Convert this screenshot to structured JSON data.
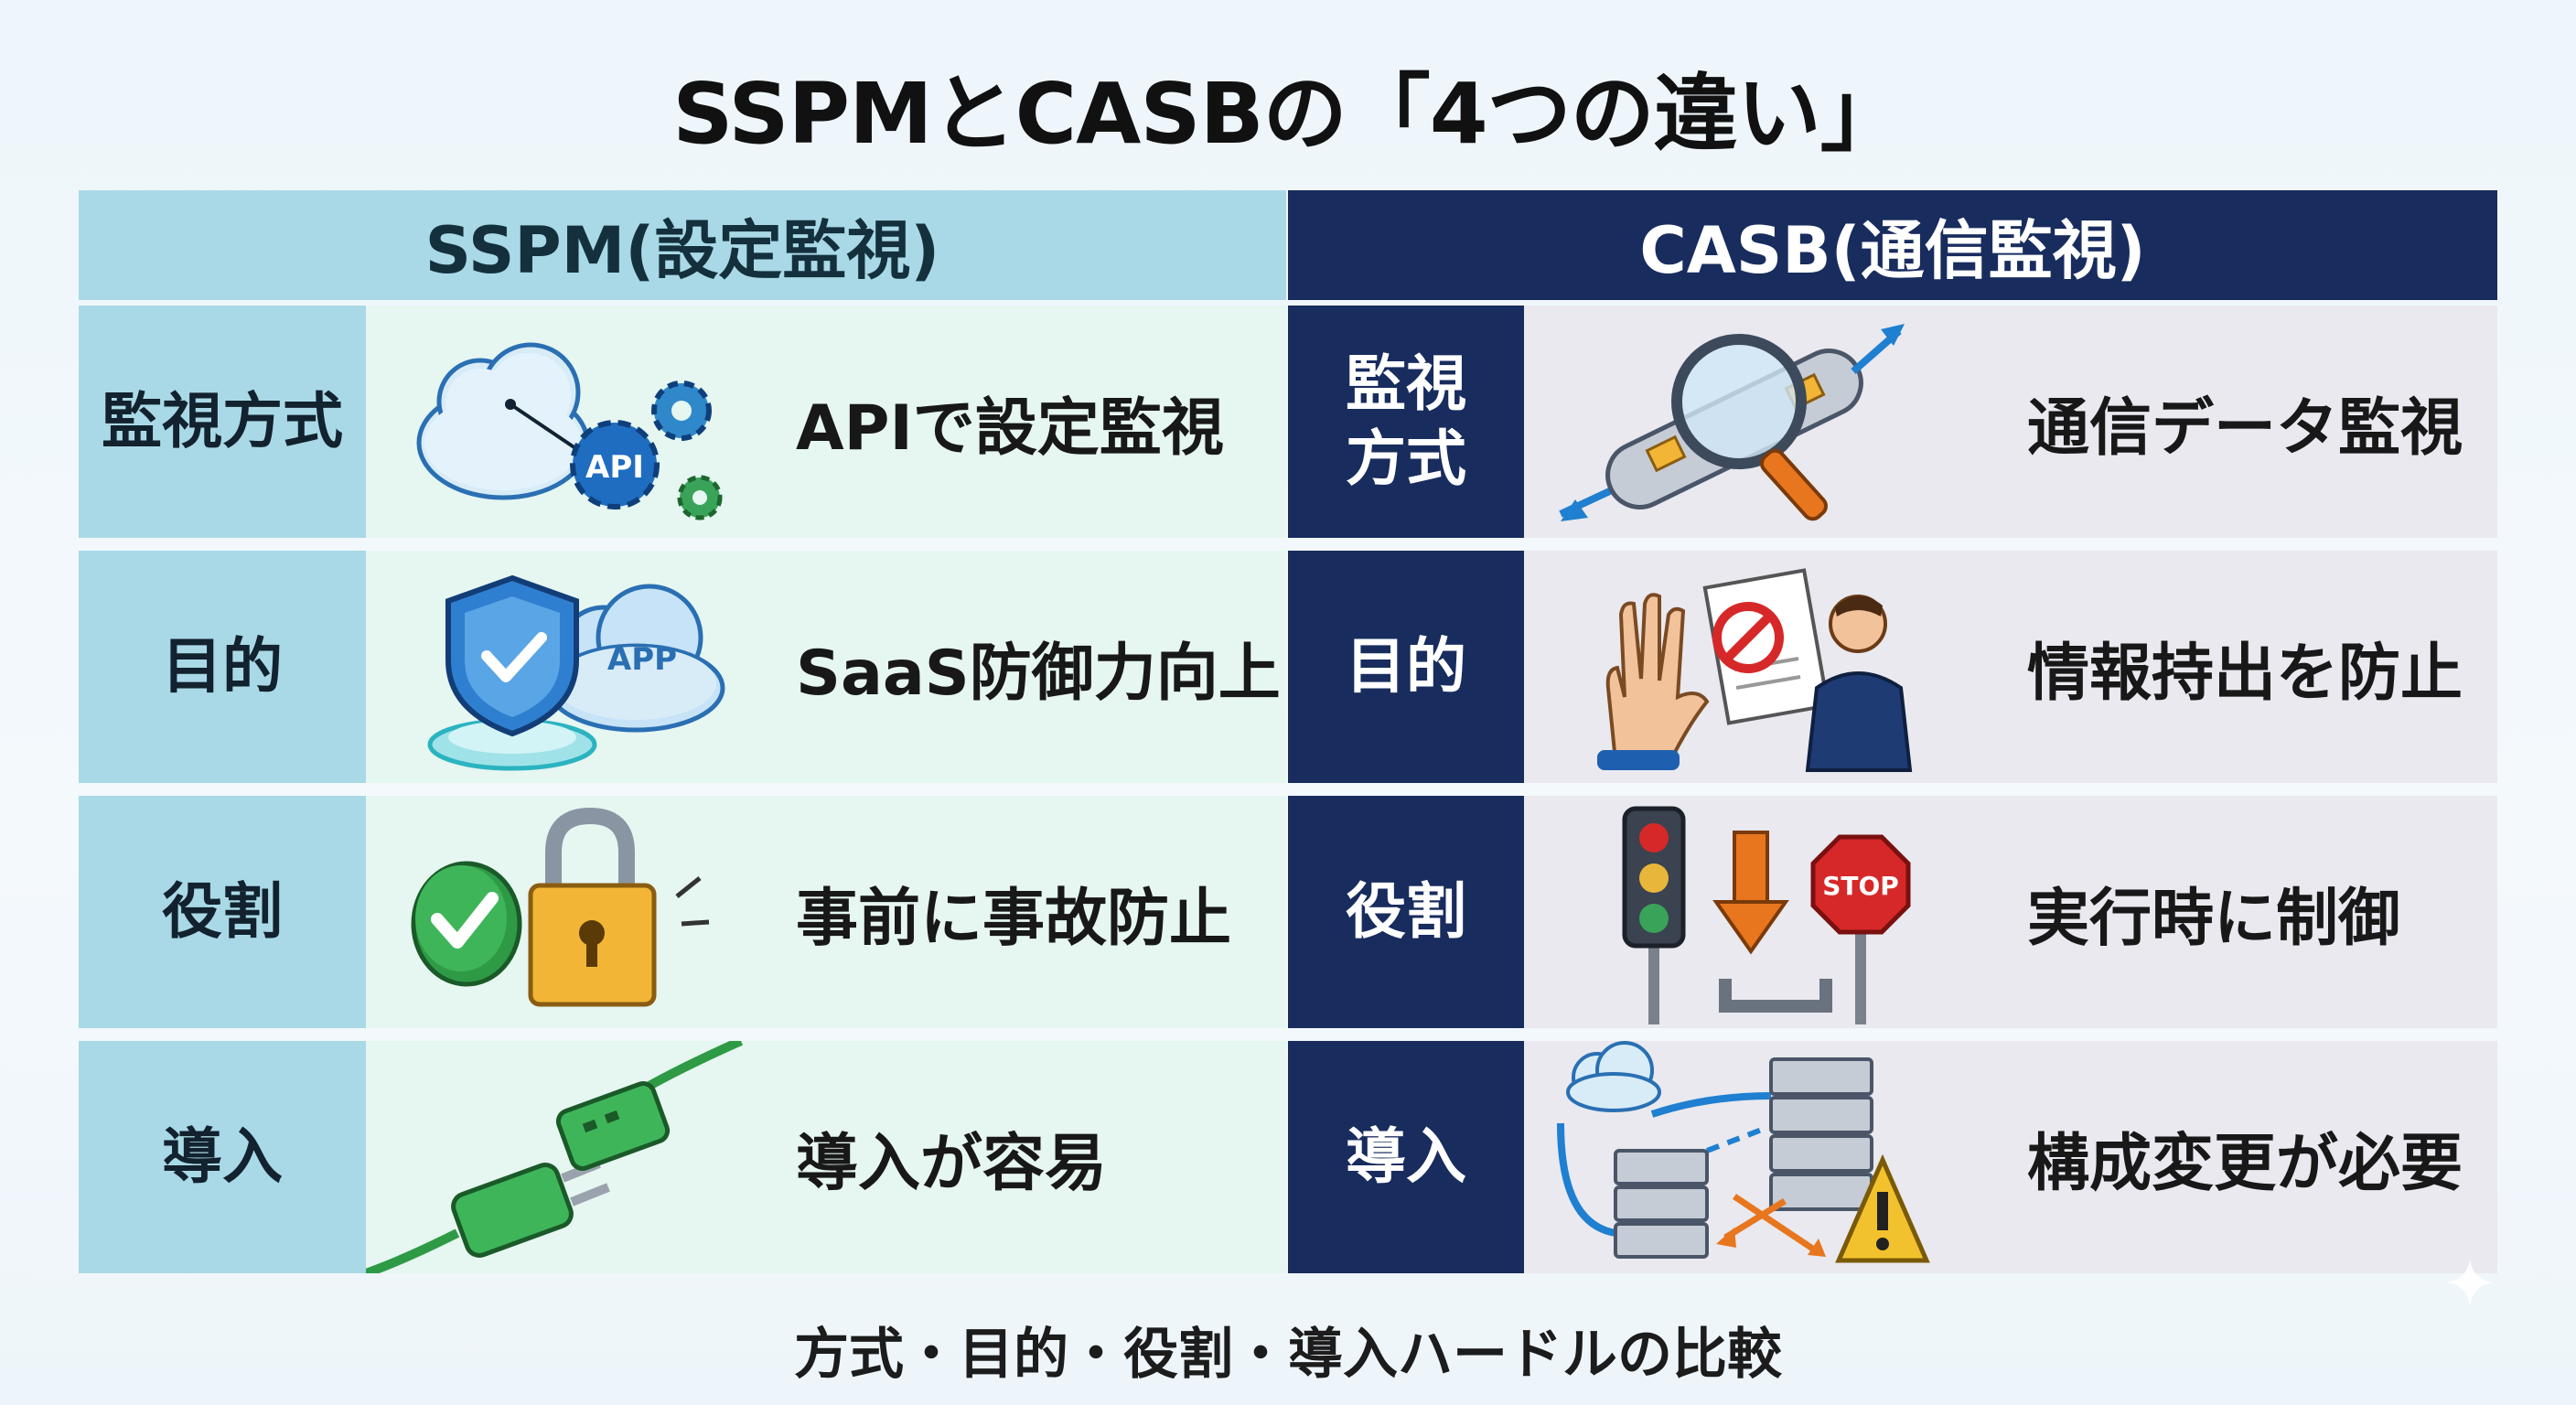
{
  "title": "SSPMとCASBの「4つの違い」",
  "footer": "方式・目的・役割・導入ハードルの比較",
  "left_header": "SSPM(設定監視)",
  "right_header": "CASB(通信監視)",
  "rows": [
    {
      "label_left": "監視方式",
      "text_left": "APIで設定監視",
      "icon_left": "cloud-api-gear-icon",
      "label_right": "監視\n方式",
      "text_right": "通信データ監視",
      "icon_right": "magnifier-pipe-icon"
    },
    {
      "label_left": "目的",
      "text_left": "SaaS防御力向上",
      "icon_left": "shield-app-cloud-icon",
      "label_right": "目的",
      "text_right": "情報持出を防止",
      "icon_right": "stop-hand-document-icon"
    },
    {
      "label_left": "役割",
      "text_left": "事前に事故防止",
      "icon_left": "check-padlock-icon",
      "label_right": "役割",
      "text_right": "実行時に制御",
      "icon_right": "traffic-light-stop-sign-icon"
    },
    {
      "label_left": "導入",
      "text_left": "導入が容易",
      "icon_left": "plug-connector-icon",
      "label_right": "導入",
      "text_right": "構成変更が必要",
      "icon_right": "servers-warning-icon"
    }
  ],
  "icon_texts": {
    "api": "API",
    "app": "APP",
    "stop": "STOP"
  },
  "colors": {
    "left_label_bg": "#a9d9e6",
    "left_cell_bg": "#e6f6f1",
    "right_label_bg": "#182c5e",
    "right_cell_bg": "#e9e9ef",
    "accent_blue": "#1f7fd0",
    "green": "#2e9a45"
  }
}
